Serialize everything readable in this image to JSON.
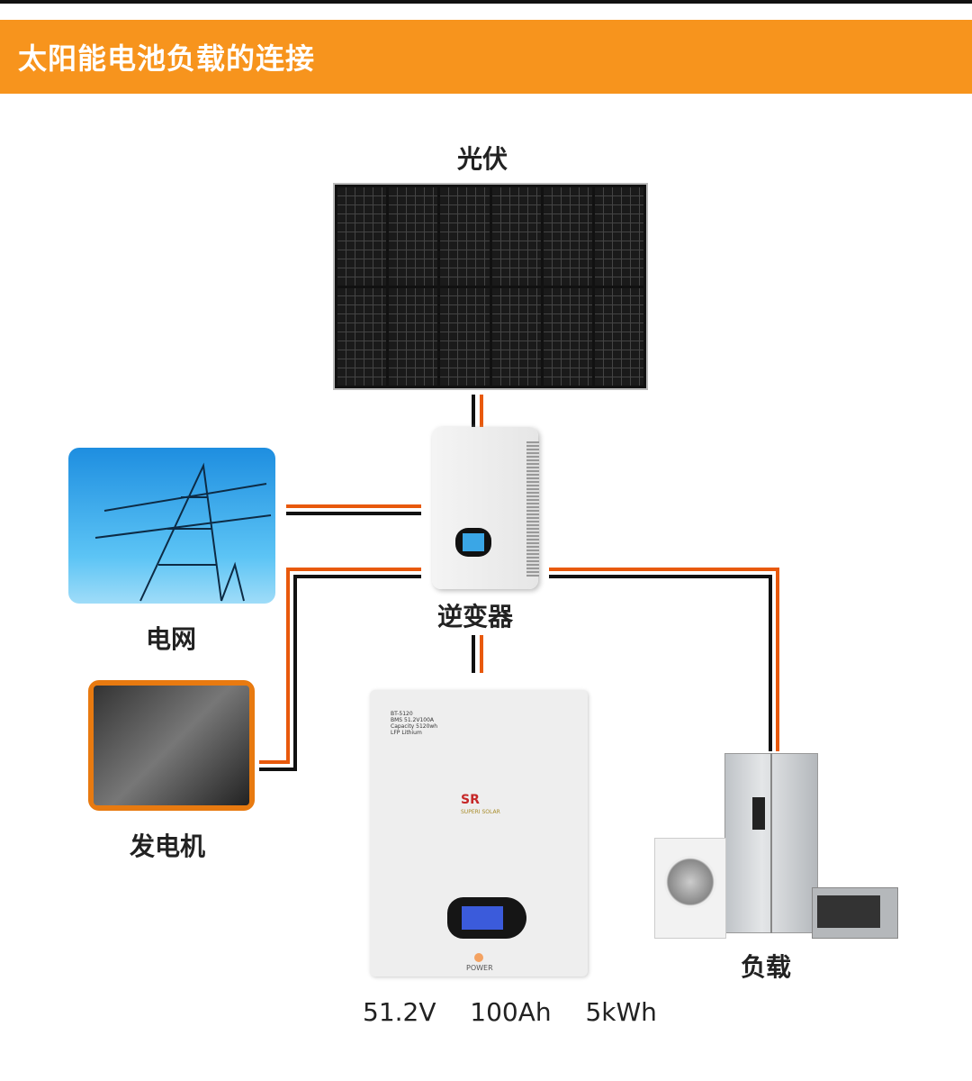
{
  "header": {
    "title": "太阳能电池负载的连接"
  },
  "labels": {
    "pv": "光伏",
    "inverter": "逆变器",
    "grid": "电网",
    "generator": "发电机",
    "load": "负载"
  },
  "battery": {
    "spec_lines": [
      "BT-5120",
      "BMS 51.2V100A",
      "Capacity 5120wh",
      "LFP Lithium"
    ],
    "brand": "SR",
    "brand_sub": "SUPERI SOLAR",
    "power_label": "POWER",
    "rating": "51.2V  100Ah  5kWh"
  },
  "colors": {
    "header": "#f7941d",
    "wire_positive": "#e8590c",
    "wire_negative": "#111111"
  }
}
